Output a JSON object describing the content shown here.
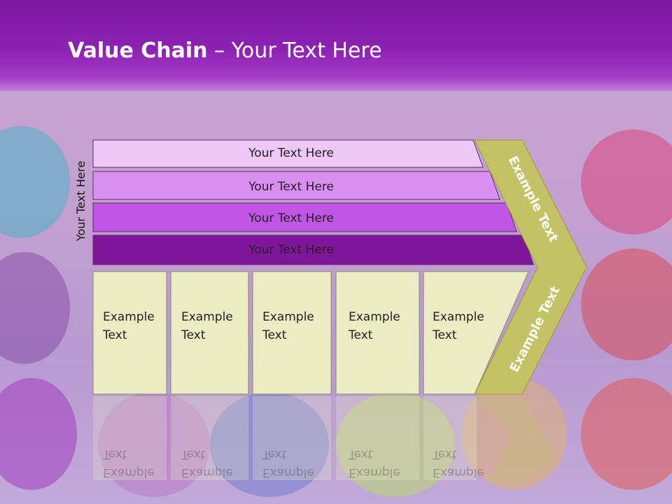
{
  "slide": {
    "title_bold": "Value Chain",
    "title_rest": " – Your Text Here",
    "side_label": "Your Text Here"
  },
  "bars": [
    {
      "label": "Your Text Here",
      "color": "#ecc8f6"
    },
    {
      "label": "Your Text Here",
      "color": "#d98ef0"
    },
    {
      "label": "Your Text Here",
      "color": "#c155e6"
    },
    {
      "label": "Your Text Here",
      "color": "#7f169a"
    }
  ],
  "boxes": [
    {
      "line1": "Example",
      "line2": "Text"
    },
    {
      "line1": "Example",
      "line2": "Text"
    },
    {
      "line1": "Example",
      "line2": "Text"
    },
    {
      "line1": "Example",
      "line2": "Text"
    },
    {
      "line1": "Example",
      "line2": "Text"
    }
  ],
  "chevron": {
    "upper_label": "Example Text",
    "lower_label": "Example Text",
    "color": "#c3c365"
  },
  "colors": {
    "box_fill": "#ebebc4",
    "header": "#8e22b3"
  }
}
